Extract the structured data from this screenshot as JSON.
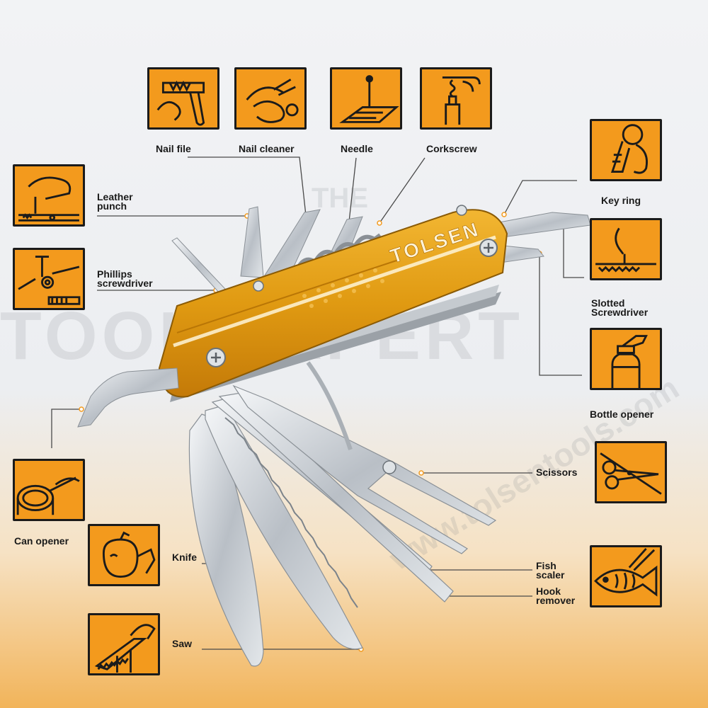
{
  "brand": "TOLSEN",
  "colors": {
    "accent": "#f39a1d",
    "body": "#e6a21f",
    "steel": "#c9ced3",
    "ink": "#1b1b1b"
  },
  "watermark": {
    "line1": "THE",
    "line2": "TOOL EXPERT",
    "site": "www.tolsentools.com"
  },
  "tools": [
    {
      "id": "nail-file",
      "label": "Nail file",
      "icon": "nail-file-icon"
    },
    {
      "id": "nail-cleaner",
      "label": "Nail cleaner",
      "icon": "nail-cleaner-icon"
    },
    {
      "id": "needle",
      "label": "Needle",
      "icon": "needle-icon"
    },
    {
      "id": "corkscrew",
      "label": "Corkscrew",
      "icon": "corkscrew-icon"
    },
    {
      "id": "key-ring",
      "label": "Key ring",
      "icon": "key-ring-icon"
    },
    {
      "id": "leather-punch",
      "label": "Leather\npunch",
      "icon": "leather-punch-icon"
    },
    {
      "id": "phillips-screwdriver",
      "label": "Phillips\nscrewdriver",
      "icon": "phillips-screwdriver-icon"
    },
    {
      "id": "slotted-screwdriver",
      "label": "Slotted\nScrewdriver",
      "icon": "slotted-screwdriver-icon"
    },
    {
      "id": "bottle-opener",
      "label": "Bottle opener",
      "icon": "bottle-opener-icon"
    },
    {
      "id": "scissors",
      "label": "Scissors",
      "icon": "scissors-icon"
    },
    {
      "id": "can-opener",
      "label": "Can opener",
      "icon": "can-opener-icon"
    },
    {
      "id": "knife",
      "label": "Knife",
      "icon": "knife-icon"
    },
    {
      "id": "fish-scaler",
      "label": "Fish\nscaler",
      "icon": "fish-scaler-icon"
    },
    {
      "id": "hook-remover",
      "label": "Hook\nremover",
      "icon": "hook-remover-icon"
    },
    {
      "id": "saw",
      "label": "Saw",
      "icon": "saw-icon"
    }
  ]
}
